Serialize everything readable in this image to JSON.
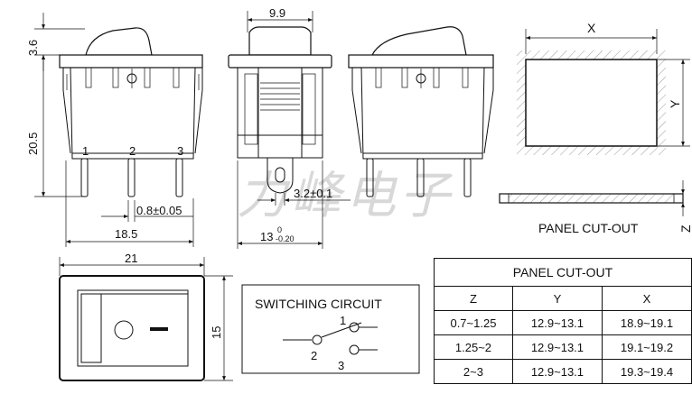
{
  "watermark": "力峰电子",
  "dims": {
    "height_top": "3.6",
    "height_body": "20.5",
    "width_side": "9.9",
    "pin_pitch": "3.2±0.1",
    "pin_thickness": "0.8±0.05",
    "pin_span": "18.5",
    "side_width_base": "13",
    "side_width_tol_upper": "0",
    "side_width_tol_lower": "-0.20",
    "front_width": "21",
    "front_height": "15",
    "pin1": "1",
    "pin2": "2",
    "pin3": "3",
    "cutout_x": "X",
    "cutout_y": "Y",
    "cutout_z": "Z"
  },
  "labels": {
    "panel_cutout": "PANEL CUT-OUT",
    "switching_circuit": "SWITCHING CIRCUIT",
    "circuit_pin1": "1",
    "circuit_pin2": "2",
    "circuit_pin3": "3"
  },
  "cutout_table": {
    "title": "PANEL CUT-OUT",
    "headers": [
      "Z",
      "Y",
      "X"
    ],
    "rows": [
      [
        "0.7~1.25",
        "12.9~13.1",
        "18.9~19.1"
      ],
      [
        "1.25~2",
        "12.9~13.1",
        "19.1~19.2"
      ],
      [
        "2~3",
        "12.9~13.1",
        "19.3~19.4"
      ]
    ]
  }
}
